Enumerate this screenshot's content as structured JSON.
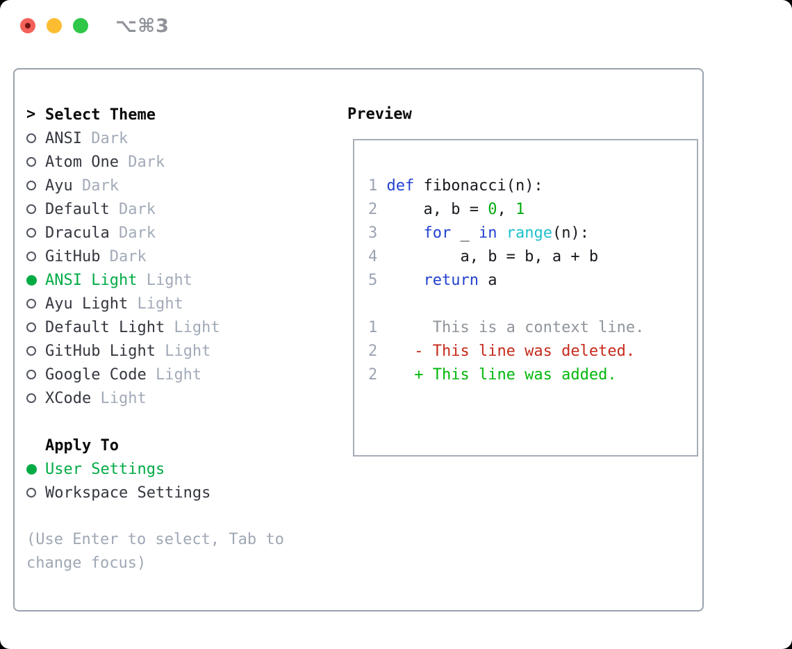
{
  "window": {
    "title": "⌥⌘3"
  },
  "theme_list": {
    "header_marker": ">",
    "header_label": "Select Theme",
    "items": [
      {
        "name": "ANSI",
        "tag": "Dark",
        "selected": false
      },
      {
        "name": "Atom One",
        "tag": "Dark",
        "selected": false
      },
      {
        "name": "Ayu",
        "tag": "Dark",
        "selected": false
      },
      {
        "name": "Default",
        "tag": "Dark",
        "selected": false
      },
      {
        "name": "Dracula",
        "tag": "Dark",
        "selected": false
      },
      {
        "name": "GitHub",
        "tag": "Dark",
        "selected": false
      },
      {
        "name": "ANSI Light",
        "tag": "Light",
        "selected": true
      },
      {
        "name": "Ayu Light",
        "tag": "Light",
        "selected": false
      },
      {
        "name": "Default Light",
        "tag": "Light",
        "selected": false
      },
      {
        "name": "GitHub Light",
        "tag": "Light",
        "selected": false
      },
      {
        "name": "Google Code",
        "tag": "Light",
        "selected": false
      },
      {
        "name": "XCode",
        "tag": "Light",
        "selected": false
      }
    ]
  },
  "apply_to": {
    "label": "Apply To",
    "options": [
      {
        "name": "User Settings",
        "selected": true
      },
      {
        "name": "Workspace Settings",
        "selected": false
      }
    ]
  },
  "hint_lines": [
    "(Use Enter to select, Tab to",
    "change focus)"
  ],
  "preview": {
    "label": "Preview",
    "token_colors": {
      "gut": "#9aa3b2",
      "kw": "#2341cf",
      "fn": "#1fc0cb",
      "num": "#00ab0f",
      "plain": "#17191f",
      "ctx": "#8f959c",
      "del": "#c62b1c",
      "add": "#00b80b"
    },
    "lines": [
      [
        [
          "1 ",
          "gut"
        ],
        [
          "def",
          "kw"
        ],
        [
          " fibonacci(n):",
          "plain"
        ]
      ],
      [
        [
          "2 ",
          "gut"
        ],
        [
          "    a, b = ",
          "plain"
        ],
        [
          "0",
          "num"
        ],
        [
          ", ",
          "plain"
        ],
        [
          "1",
          "num"
        ]
      ],
      [
        [
          "3 ",
          "gut"
        ],
        [
          "    ",
          "plain"
        ],
        [
          "for",
          "kw"
        ],
        [
          " _ ",
          "plain"
        ],
        [
          "in",
          "kw"
        ],
        [
          " ",
          "plain"
        ],
        [
          "range",
          "fn"
        ],
        [
          "(n):",
          "plain"
        ]
      ],
      [
        [
          "4 ",
          "gut"
        ],
        [
          "        a, b = b, a + b",
          "plain"
        ]
      ],
      [
        [
          "5 ",
          "gut"
        ],
        [
          "    ",
          "plain"
        ],
        [
          "return",
          "kw"
        ],
        [
          " a",
          "plain"
        ]
      ],
      [],
      [
        [
          "1 ",
          "gut"
        ],
        [
          "     This is a context line.",
          "ctx"
        ]
      ],
      [
        [
          "2 ",
          "gut"
        ],
        [
          "   - This line was deleted.",
          "del"
        ]
      ],
      [
        [
          "2 ",
          "gut"
        ],
        [
          "   + This line was added.",
          "add"
        ]
      ]
    ]
  },
  "colors": {
    "tl_red": "#f4605a",
    "tl_red_dot": "#701511",
    "tl_yellow": "#fcbd30",
    "tl_green": "#2fc748",
    "title_gray": "#8f9399",
    "panel_border": "#9aa2ae",
    "preview_border": "#a6adb8",
    "selected_green": "#00ab44",
    "name_color": "#34373f",
    "tag_color": "#a2aab8",
    "hint_color": "#9fa8b4",
    "header_color": "#0a0a0c",
    "ring_color": "#515560"
  }
}
